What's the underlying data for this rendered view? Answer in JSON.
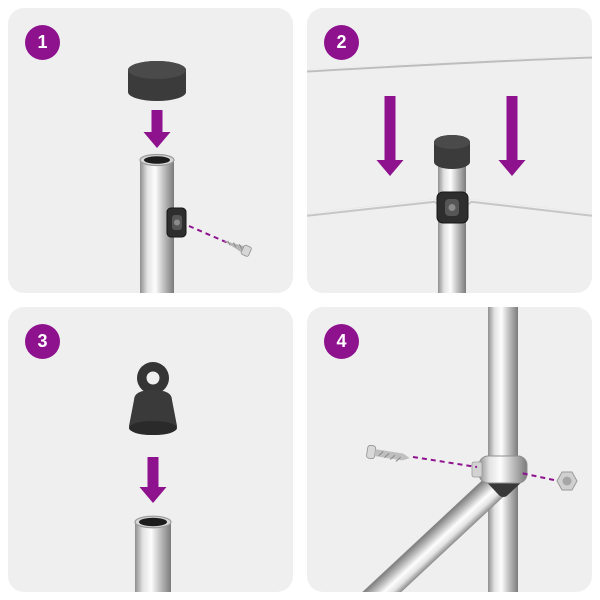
{
  "colors": {
    "accent": "#8e118e",
    "panel_bg": "#efefef",
    "page_bg": "#ffffff",
    "metal_light": "#fdfdfd",
    "metal_dark": "#7b7b7b",
    "cap_color": "#3b3b3b",
    "wire_color": "#c6c6c6"
  },
  "steps": [
    {
      "number": "1",
      "icons": [
        "pole-cap",
        "arrow-down-icon",
        "open-post",
        "wire-clamp",
        "screw-icon",
        "dashed-guide-line"
      ]
    },
    {
      "number": "2",
      "icons": [
        "upper-wire",
        "arrow-down-icon",
        "arrow-down-icon",
        "capped-post",
        "wire-clamp",
        "lower-wire"
      ]
    },
    {
      "number": "3",
      "icons": [
        "eyelet-cap",
        "arrow-down-icon",
        "open-post"
      ]
    },
    {
      "number": "4",
      "icons": [
        "screw-icon",
        "dashed-guide-line",
        "post",
        "diagonal-brace",
        "brace-clamp",
        "bolt-icon"
      ]
    }
  ]
}
